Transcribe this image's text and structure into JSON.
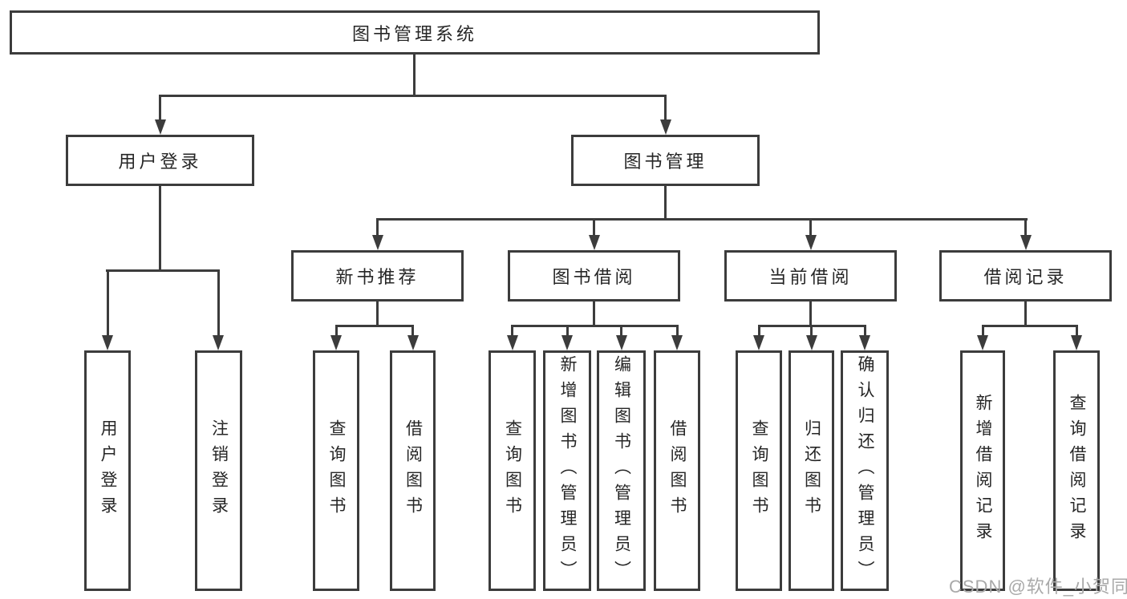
{
  "diagram": {
    "title": "图书管理系统",
    "tree": {
      "label": "图书管理系统",
      "children": [
        {
          "label": "用户登录",
          "children": [
            {
              "label": "用户登录"
            },
            {
              "label": "注销登录"
            }
          ]
        },
        {
          "label": "图书管理",
          "children": [
            {
              "label": "新书推荐",
              "children": [
                {
                  "label": "查询图书"
                },
                {
                  "label": "借阅图书"
                }
              ]
            },
            {
              "label": "图书借阅",
              "children": [
                {
                  "label": "查询图书"
                },
                {
                  "label": "新增图书（管理员）"
                },
                {
                  "label": "编辑图书（管理员）"
                },
                {
                  "label": "借阅图书"
                }
              ]
            },
            {
              "label": "当前借阅",
              "children": [
                {
                  "label": "查询图书"
                },
                {
                  "label": "归还图书"
                },
                {
                  "label": "确认归还（管理员）"
                }
              ]
            },
            {
              "label": "借阅记录",
              "children": [
                {
                  "label": "新增借阅记录"
                },
                {
                  "label": "查询借阅记录"
                }
              ]
            }
          ]
        }
      ]
    }
  },
  "watermark": {
    "text": "CSDN @软件_小贺同学"
  },
  "colors": {
    "background": "#ffffff",
    "line": "#3c3c3c",
    "box_border": "#3c3c3c",
    "text": "#262626",
    "watermark": "#a9a9a9"
  }
}
